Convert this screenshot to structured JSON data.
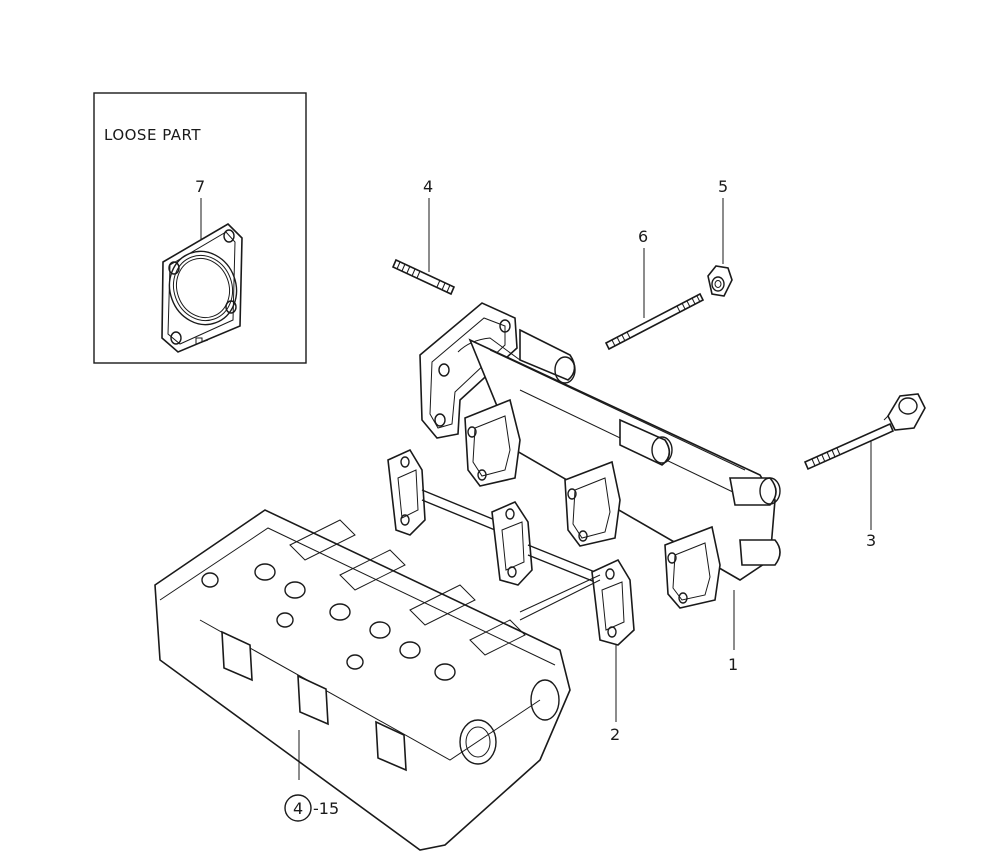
{
  "loose_part_box": {
    "title": "LOOSE PART",
    "callout": "7"
  },
  "callouts": {
    "c1": "1",
    "c2": "2",
    "c3": "3",
    "c4": "4",
    "c5": "5",
    "c6": "6"
  },
  "reference": {
    "circled": "4",
    "suffix": "-15"
  }
}
